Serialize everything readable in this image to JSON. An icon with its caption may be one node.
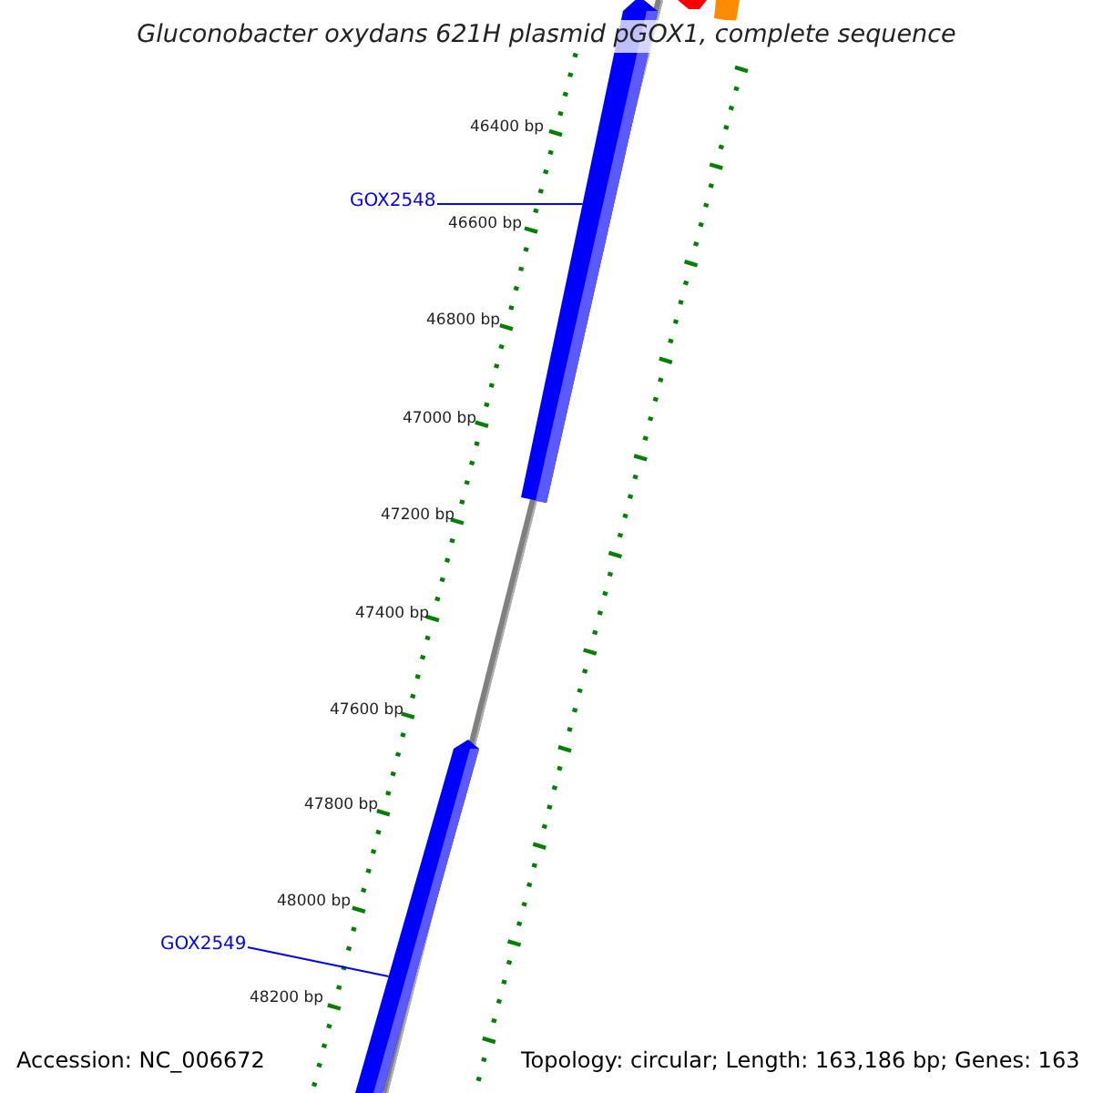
{
  "diagram": {
    "title": "Gluconobacter oxydans 621H plasmid pGOX1, complete sequence",
    "nodes": [
      {
        "text": [
          "GOX2548"
        ]
      },
      {
        "text": [],
        "shape": "bar"
      },
      {
        "text": [
          "GOX2549"
        ]
      },
      {
        "text": [],
        "shape": "bar"
      }
    ],
    "edges": [
      {
        "from": 0,
        "to": 1,
        "arrow": "none"
      },
      {
        "from": 2,
        "to": 3,
        "arrow": "none"
      }
    ],
    "labels": [
      "46400 bp",
      "46600 bp",
      "46800 bp",
      "47000 bp",
      "47200 bp",
      "47400 bp",
      "47600 bp",
      "47800 bp",
      "48000 bp",
      "48200 bp",
      "Accession: NC_006672",
      "Topology: circular; Length: 163,186 bp; Genes: 163"
    ]
  }
}
